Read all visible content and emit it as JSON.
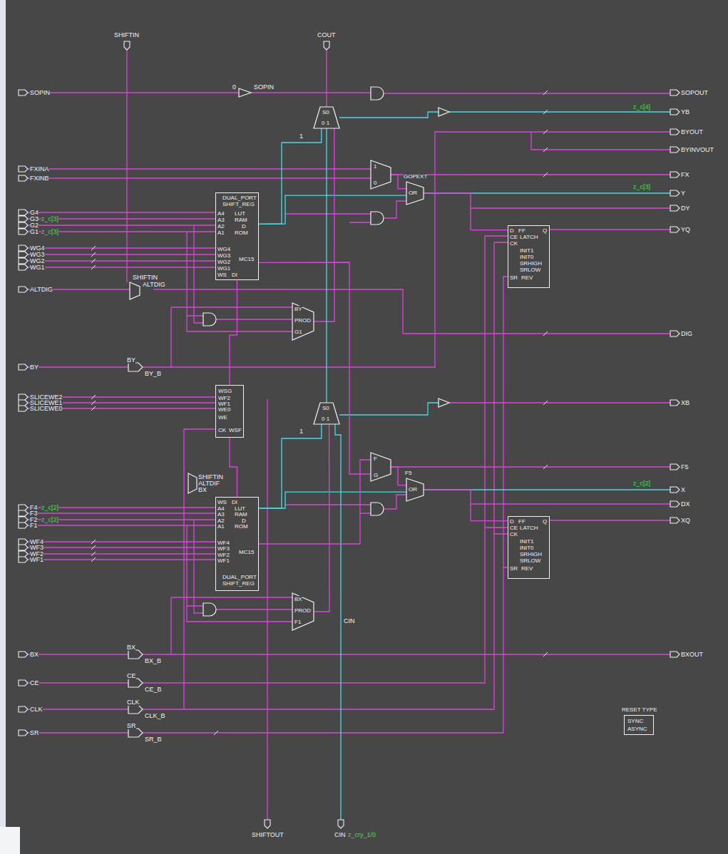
{
  "diagram": {
    "nodes": [
      {
        "text": [
          "S0",
          "0 1"
        ]
      },
      {
        "text": [
          "1",
          "0"
        ]
      },
      {
        "text": [
          "GOPEXT",
          "OR"
        ]
      },
      {
        "text": [
          "DUAL_PORT",
          "SHIFT_REG",
          "A4",
          "LUT",
          "A3",
          "RAM",
          "A2",
          "D",
          "A1",
          "ROM",
          "WG4",
          "WG3",
          "WG2",
          "WG1",
          "WS",
          "DI",
          "MC15"
        ]
      },
      {
        "text": [
          "D",
          "FF",
          "Q",
          "CE",
          "LATCH",
          "CK",
          "INIT1",
          "INIT0",
          "SRHIGH",
          "SRLOW",
          "SR",
          "REV"
        ]
      },
      {
        "text": [
          "BY",
          "PROD",
          "G1"
        ]
      },
      {
        "text": [
          "WSG",
          "WF2",
          "WF1",
          "WE0",
          "WE",
          "CK",
          "WSF"
        ]
      },
      {
        "text": [
          "S0",
          "0 1"
        ]
      },
      {
        "text": [
          "F",
          "G"
        ]
      },
      {
        "text": [
          "F5",
          "OR"
        ]
      },
      {
        "text": [
          "WS",
          "DI",
          "A4",
          "LUT",
          "A3",
          "RAM",
          "A2",
          "D",
          "A1",
          "ROM",
          "WF4",
          "WF3",
          "WF2",
          "WF1",
          "MC15",
          "DUAL_PORT",
          "SHIFT_REG"
        ]
      },
      {
        "text": [
          "D",
          "FF",
          "Q",
          "CE",
          "LATCH",
          "CK",
          "INIT1",
          "INIT0",
          "SRHIGH",
          "SRLOW",
          "SR",
          "REV"
        ]
      },
      {
        "text": [
          "BX",
          "PROD",
          "F1"
        ]
      },
      {
        "text": [
          "RESET TYPE",
          "SYNC",
          "ASYNC"
        ]
      }
    ],
    "edges": [
      {
        "from": 3,
        "to": 2,
        "arrow": "none"
      },
      {
        "from": 3,
        "to": 0,
        "arrow": "none"
      },
      {
        "from": 10,
        "to": 9,
        "arrow": "none"
      },
      {
        "from": 10,
        "to": 7,
        "arrow": "none"
      },
      {
        "from": 5,
        "to": 0,
        "arrow": "none"
      },
      {
        "from": 12,
        "to": 7,
        "arrow": "none"
      },
      {
        "from": 7,
        "to": 0,
        "arrow": "none"
      },
      {
        "from": 2,
        "to": 4,
        "arrow": "none"
      },
      {
        "from": 9,
        "to": 11,
        "arrow": "none"
      },
      {
        "from": 6,
        "to": 3,
        "arrow": "none"
      },
      {
        "from": 6,
        "to": 10,
        "arrow": "none"
      },
      {
        "from": 1,
        "to": 2,
        "arrow": "none"
      },
      {
        "from": 8,
        "to": 9,
        "arrow": "none"
      },
      {
        "from": 3,
        "to": 8,
        "arrow": "none"
      },
      {
        "from": 10,
        "to": 8,
        "arrow": "none"
      }
    ],
    "labels": [
      "SOPIN",
      "FXINA",
      "FXINB",
      "G4",
      "G3",
      "z_c[3]",
      "G2",
      "G1",
      "z_c[3]",
      "WG4",
      "WG3",
      "WG2",
      "WG1",
      "ALTDIG",
      "BY",
      "SLICEWE2",
      "SLICEWE1",
      "SLICEWE0",
      "F4",
      "z_c[2]",
      "F3",
      "F2",
      "z_c[2]",
      "F1",
      "WF4",
      "WF3",
      "WF2",
      "WF1",
      "BX",
      "CE",
      "CLK",
      "SR",
      "SHIFTIN",
      "COUT",
      "SHIFTOUT",
      "CIN",
      "z_cry_1/0",
      "SOPOUT",
      "YB",
      "z_c[4]",
      "BYOUT",
      "BYINVOUT",
      "FX",
      "Y",
      "z_c[3]",
      "DY",
      "YQ",
      "DIG",
      "XB",
      "F5",
      "X",
      "z_c[2]",
      "DX",
      "XQ",
      "BXOUT",
      "0",
      "SOPIN",
      "1",
      "1",
      "SHIFTIN",
      "ALTDIG",
      "BY",
      "BY_B",
      "SHIFTIN",
      "ALTDIF",
      "BX",
      "CIN",
      "BX",
      "BX_B",
      "CE",
      "CE_B",
      "CLK",
      "CLK_B",
      "SR",
      "SR_B"
    ]
  }
}
